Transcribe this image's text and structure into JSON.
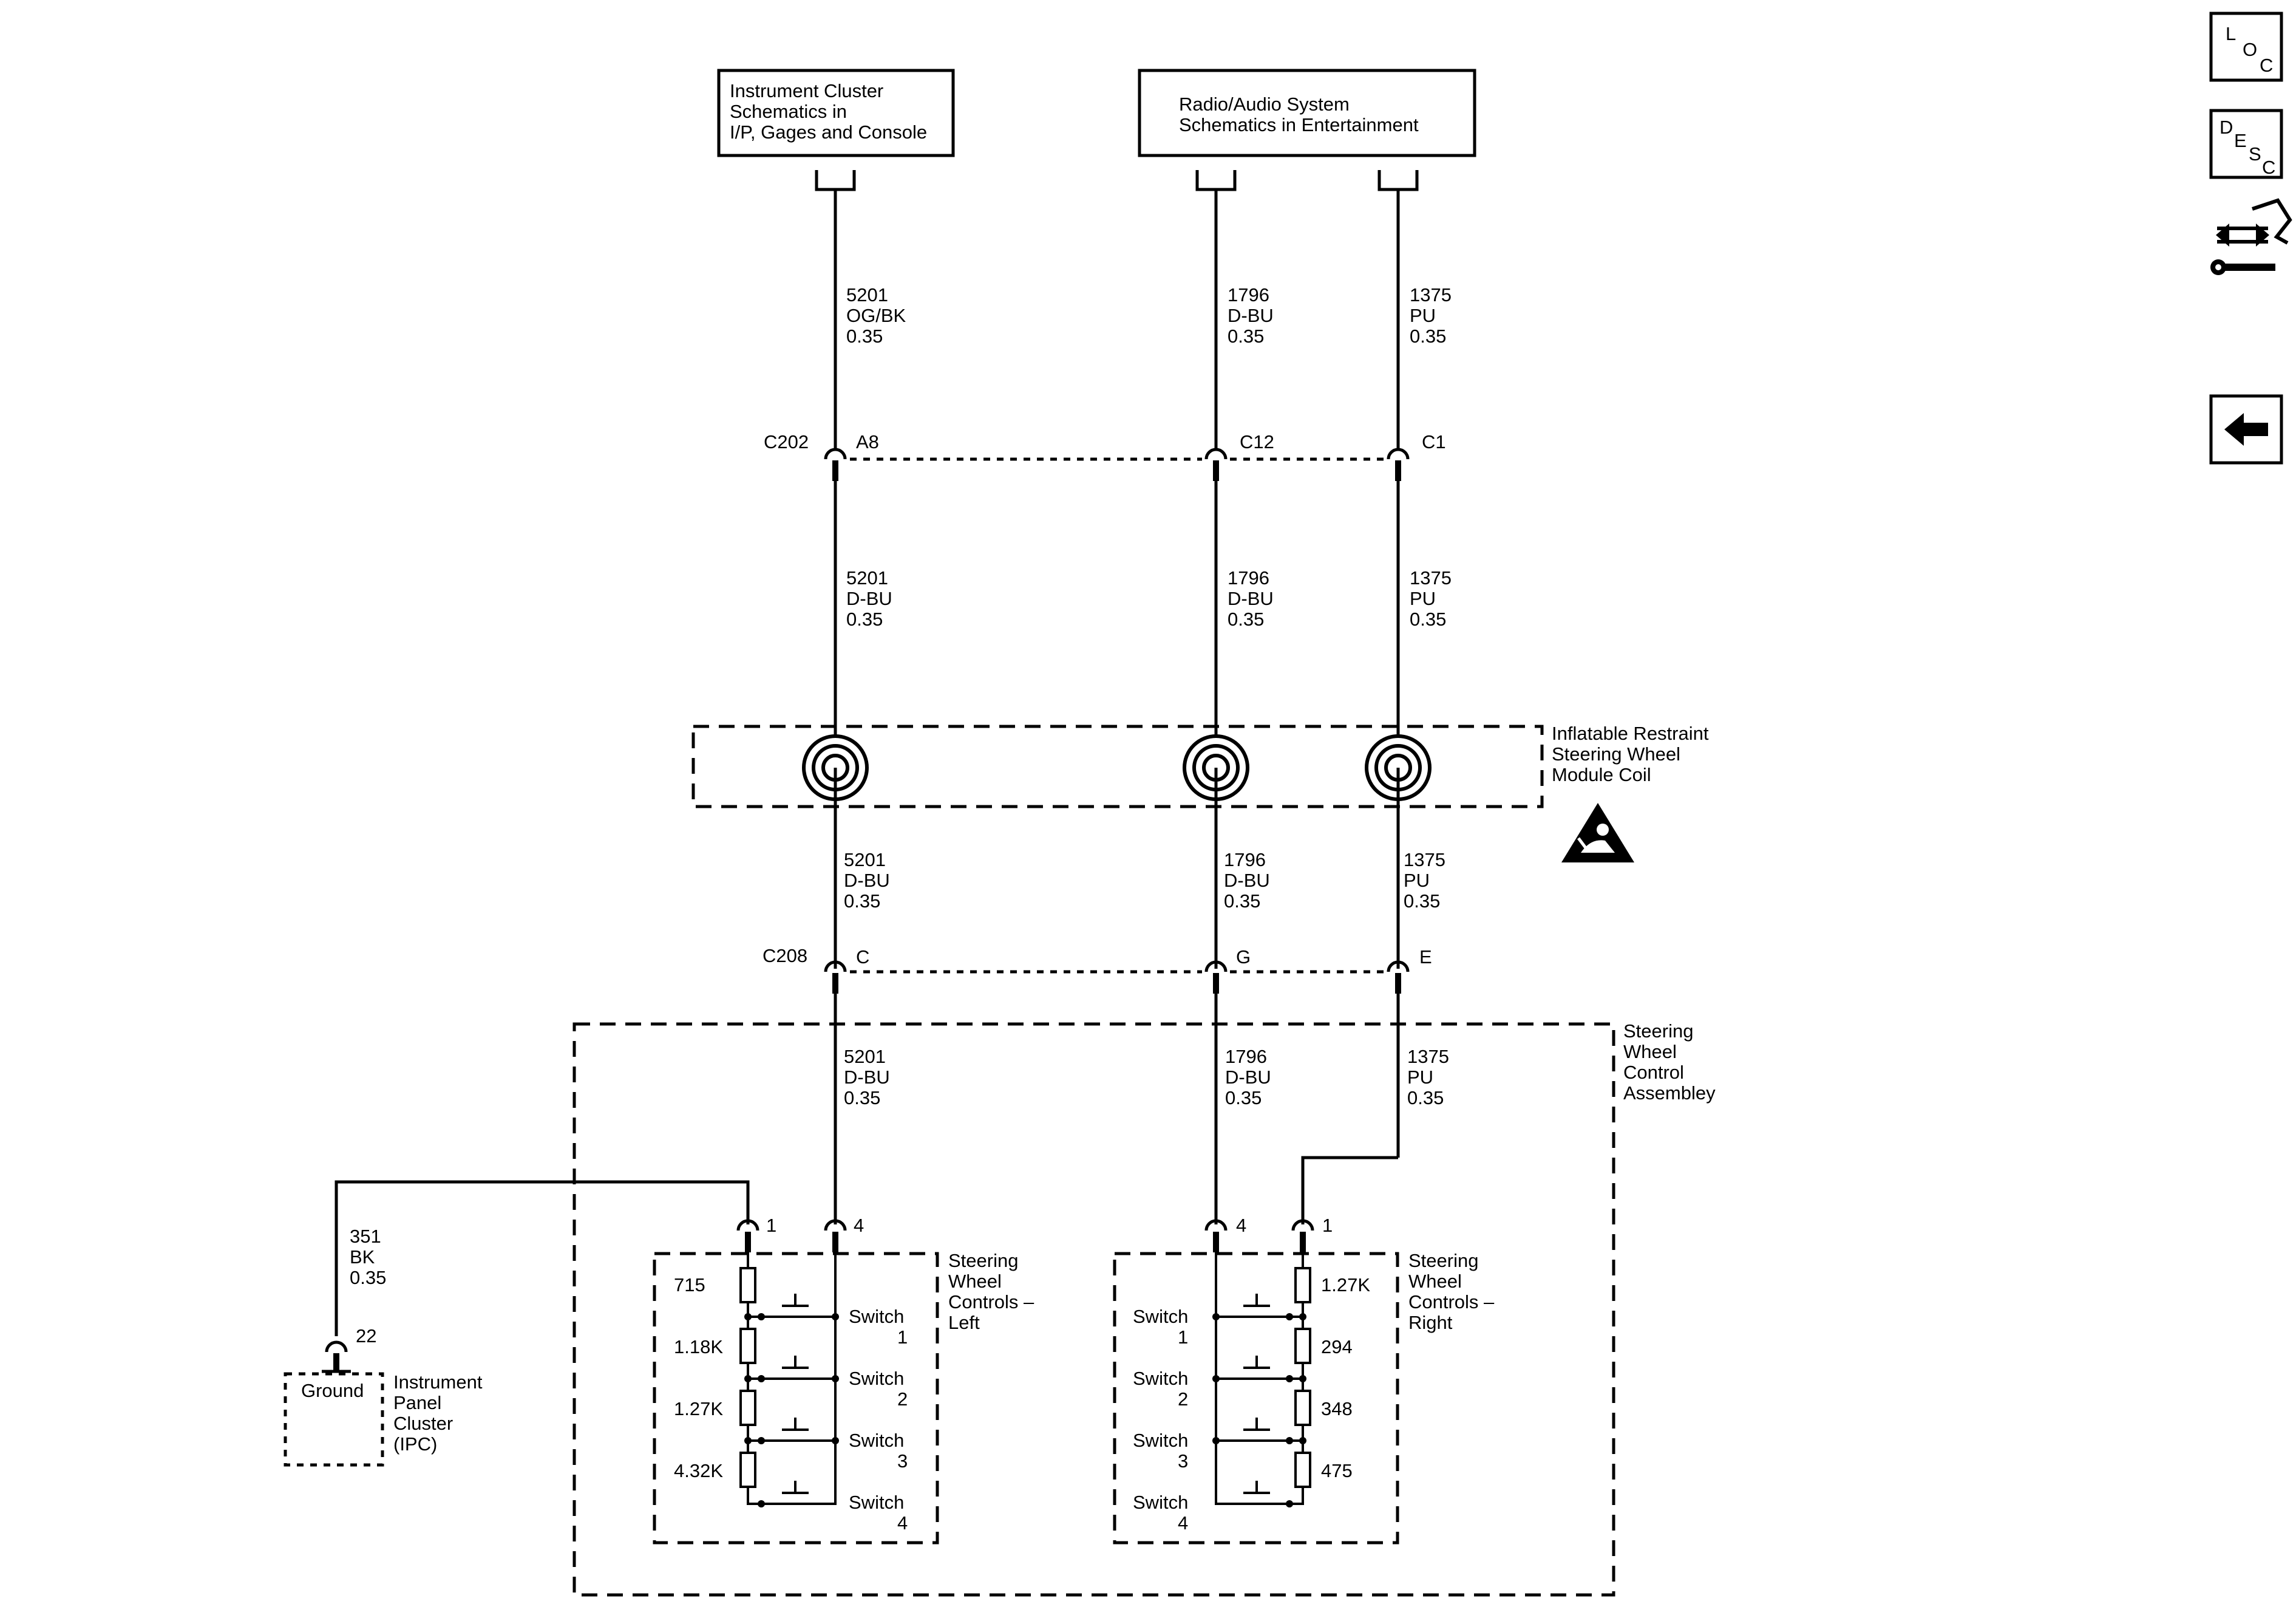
{
  "refs": {
    "instrument_cluster": [
      "Instrument Cluster",
      "Schematics in",
      "I/P, Gages and Console"
    ],
    "radio_audio": [
      "Radio/Audio System",
      "Schematics in Entertainment"
    ]
  },
  "wires": {
    "w5201_top": [
      "5201",
      "OG/BK",
      "0.35"
    ],
    "w1796_top": [
      "1796",
      "D-BU",
      "0.35"
    ],
    "w1375_top": [
      "1375",
      "PU",
      "0.35"
    ],
    "w5201_mid": [
      "5201",
      "D-BU",
      "0.35"
    ],
    "w1796_mid": [
      "1796",
      "D-BU",
      "0.35"
    ],
    "w1375_mid": [
      "1375",
      "PU",
      "0.35"
    ],
    "w5201_low": [
      "5201",
      "D-BU",
      "0.35"
    ],
    "w1796_low": [
      "1796",
      "D-BU",
      "0.35"
    ],
    "w1375_low": [
      "1375",
      "PU",
      "0.35"
    ],
    "w5201_bot": [
      "5201",
      "D-BU",
      "0.35"
    ],
    "w1796_bot": [
      "1796",
      "D-BU",
      "0.35"
    ],
    "w1375_bot": [
      "1375",
      "PU",
      "0.35"
    ],
    "w351": [
      "351",
      "BK",
      "0.35"
    ]
  },
  "connectors": {
    "c202": "C202",
    "c202_a8": "A8",
    "c202_c12": "C12",
    "c202_c1": "C1",
    "c208": "C208",
    "c208_c": "C",
    "c208_g": "G",
    "c208_e": "E"
  },
  "coil": {
    "label": [
      "Inflatable Restraint",
      "Steering Wheel",
      "Module Coil"
    ]
  },
  "assembly": {
    "label": [
      "Steering",
      "Wheel",
      "Control",
      "Assembley"
    ]
  },
  "left_controls": {
    "label": [
      "Steering",
      "Wheel",
      "Controls –",
      "Left"
    ],
    "pin1": "1",
    "pin4": "4",
    "resistors": [
      "715",
      "1.18K",
      "1.27K",
      "4.32K"
    ],
    "switches": [
      [
        "Switch",
        "1"
      ],
      [
        "Switch",
        "2"
      ],
      [
        "Switch",
        "3"
      ],
      [
        "Switch",
        "4"
      ]
    ]
  },
  "right_controls": {
    "label": [
      "Steering",
      "Wheel",
      "Controls –",
      "Right"
    ],
    "pin4": "4",
    "pin1": "1",
    "resistors": [
      "1.27K",
      "294",
      "348",
      "475"
    ],
    "switches": [
      [
        "Switch",
        "1"
      ],
      [
        "Switch",
        "2"
      ],
      [
        "Switch",
        "3"
      ],
      [
        "Switch",
        "4"
      ]
    ]
  },
  "ipc": {
    "pin": "22",
    "ground": "Ground",
    "label": [
      "Instrument",
      "Panel",
      "Cluster",
      "(IPC)"
    ]
  },
  "nav": {
    "loc": [
      "L",
      "O",
      "C"
    ],
    "desc": [
      "D",
      "E",
      "S",
      "C"
    ],
    "icons": [
      "connector-repair-icon",
      "back-arrow-icon"
    ]
  }
}
